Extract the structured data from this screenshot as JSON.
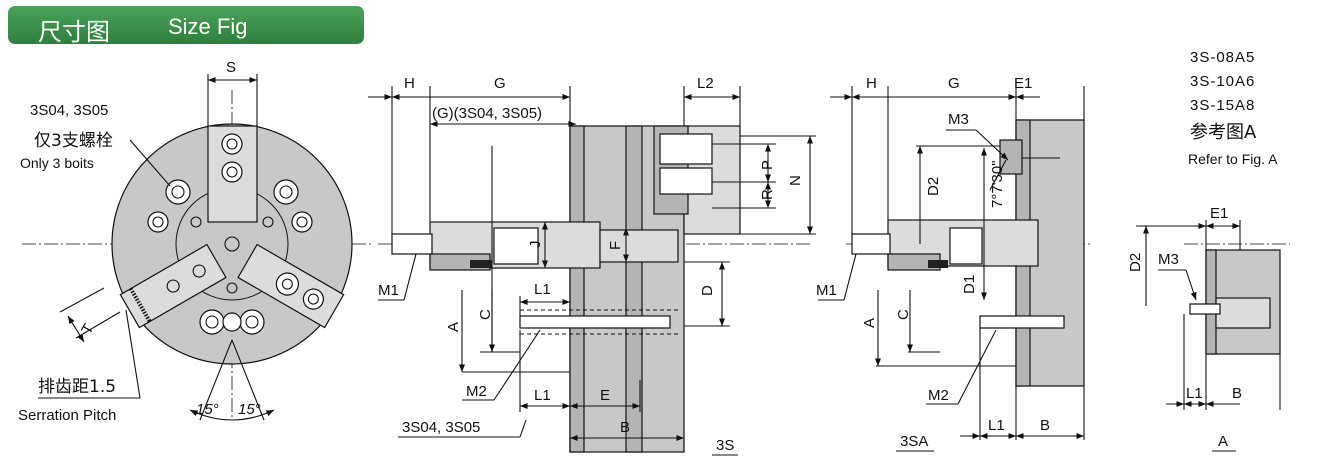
{
  "header": {
    "title_zh": "尺寸图",
    "title_en": "Size Fig"
  },
  "front_view": {
    "dim_s": "S",
    "note_models": "3S04, 3S05",
    "note_zh": "仅3支螺栓",
    "note_en": "Only 3 boits",
    "dim_t": "T",
    "serration_zh": "排齿距1.5",
    "serration_en": "Serration Pitch",
    "angle_left": "15°",
    "angle_right": "15°"
  },
  "view_3s": {
    "dim_h": "H",
    "dim_g": "G",
    "dim_g_note": "(G)(3S04, 3S05)",
    "dim_l2": "L2",
    "dim_p": "P",
    "dim_r": "R",
    "dim_n": "N",
    "dim_j": "J",
    "dim_f": "F",
    "dim_d": "D",
    "dim_m1": "M1",
    "dim_l1": "L1",
    "dim_c": "C",
    "dim_a": "A",
    "dim_m2": "M2",
    "dim_l1b": "L1",
    "dim_e": "E",
    "models": "3S04, 3S05",
    "dim_b": "B",
    "caption": "3S"
  },
  "view_3sa": {
    "dim_h": "H",
    "dim_g": "G",
    "dim_e1": "E1",
    "dim_m3": "M3",
    "dim_d2": "D2",
    "angle": "7°7'30\"",
    "dim_d1": "D1",
    "dim_m1": "M1",
    "dim_c": "C",
    "dim_a": "A",
    "dim_m2": "M2",
    "dim_l1": "L1",
    "dim_b": "B",
    "caption": "3SA"
  },
  "ref_a": {
    "model_1": "3S-08A5",
    "model_2": "3S-10A6",
    "model_3": "3S-15A8",
    "ref_zh": "参考图A",
    "ref_en": "Refer to Fig. A",
    "dim_e1": "E1",
    "dim_d2": "D2",
    "dim_m3": "M3",
    "dim_l1": "L1",
    "dim_b": "B",
    "caption": "A"
  }
}
